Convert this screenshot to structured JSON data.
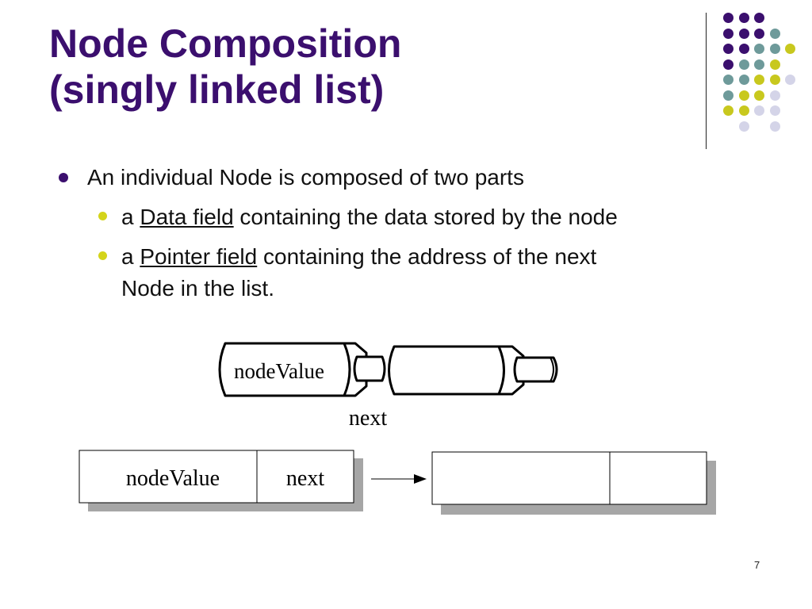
{
  "slide": {
    "title_line1": "Node Composition",
    "title_line2": "(singly linked list)",
    "bullets": {
      "main": "An individual Node is composed of two parts",
      "sub1": {
        "prefix": "a ",
        "term": "Data field",
        "rest": " containing the data stored by the node"
      },
      "sub2": {
        "prefix": "a ",
        "term": "Pointer field",
        "rest": " containing the address of the next",
        "cont": "Node in the list."
      }
    },
    "page_number": "7"
  },
  "diagram": {
    "cylinder": {
      "value_label": "nodeValue",
      "pointer_label": "next"
    },
    "boxes": {
      "value_label": "nodeValue",
      "pointer_label": "next"
    }
  },
  "colors": {
    "title": "#3b0f6e",
    "purple": "#3b0f6e",
    "teal": "#6e9a9a",
    "lime": "#c8c81e",
    "lavender": "#d4d4e8",
    "shadow": "#a6a6a6"
  },
  "decoration": {
    "dot_grid": [
      [
        "purple",
        "purple",
        "purple",
        "none",
        "none"
      ],
      [
        "purple",
        "purple",
        "purple",
        "teal",
        "none"
      ],
      [
        "purple",
        "purple",
        "teal",
        "teal",
        "lime"
      ],
      [
        "purple",
        "teal",
        "teal",
        "lime",
        "none"
      ],
      [
        "teal",
        "teal",
        "lime",
        "lime",
        "lavender"
      ],
      [
        "teal",
        "lime",
        "lime",
        "lavender",
        "none"
      ],
      [
        "lime",
        "lime",
        "lavender",
        "lavender",
        "none"
      ],
      [
        "none",
        "lavender",
        "none",
        "lavender",
        "none"
      ]
    ]
  }
}
